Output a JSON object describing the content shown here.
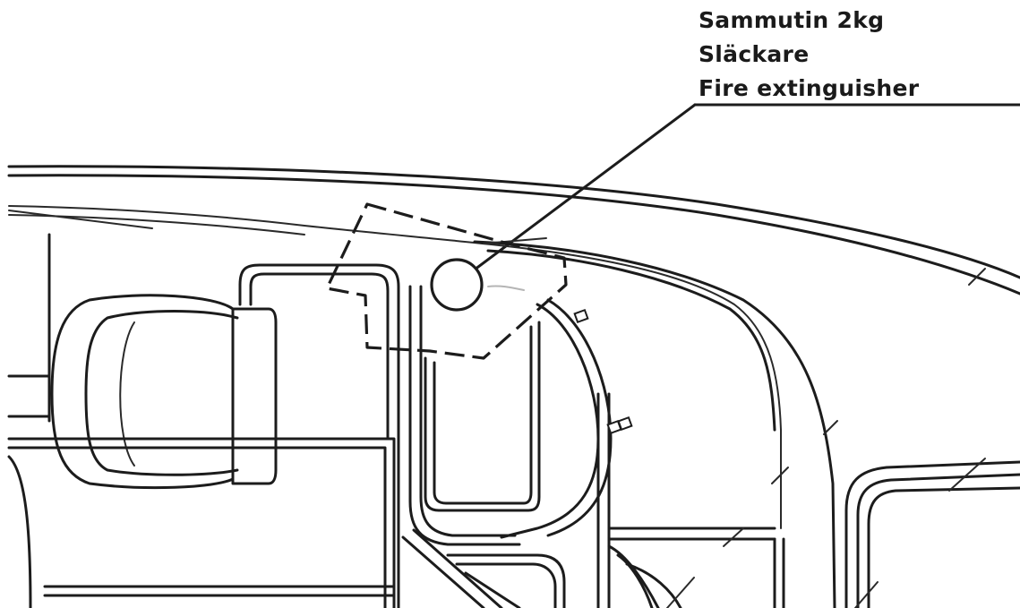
{
  "callout": {
    "line1": "Sammutin 2kg",
    "line2": "Släckare",
    "line3": "Fire extinguisher"
  },
  "colors": {
    "background": "#ffffff",
    "ink": "#1c1c1c"
  }
}
